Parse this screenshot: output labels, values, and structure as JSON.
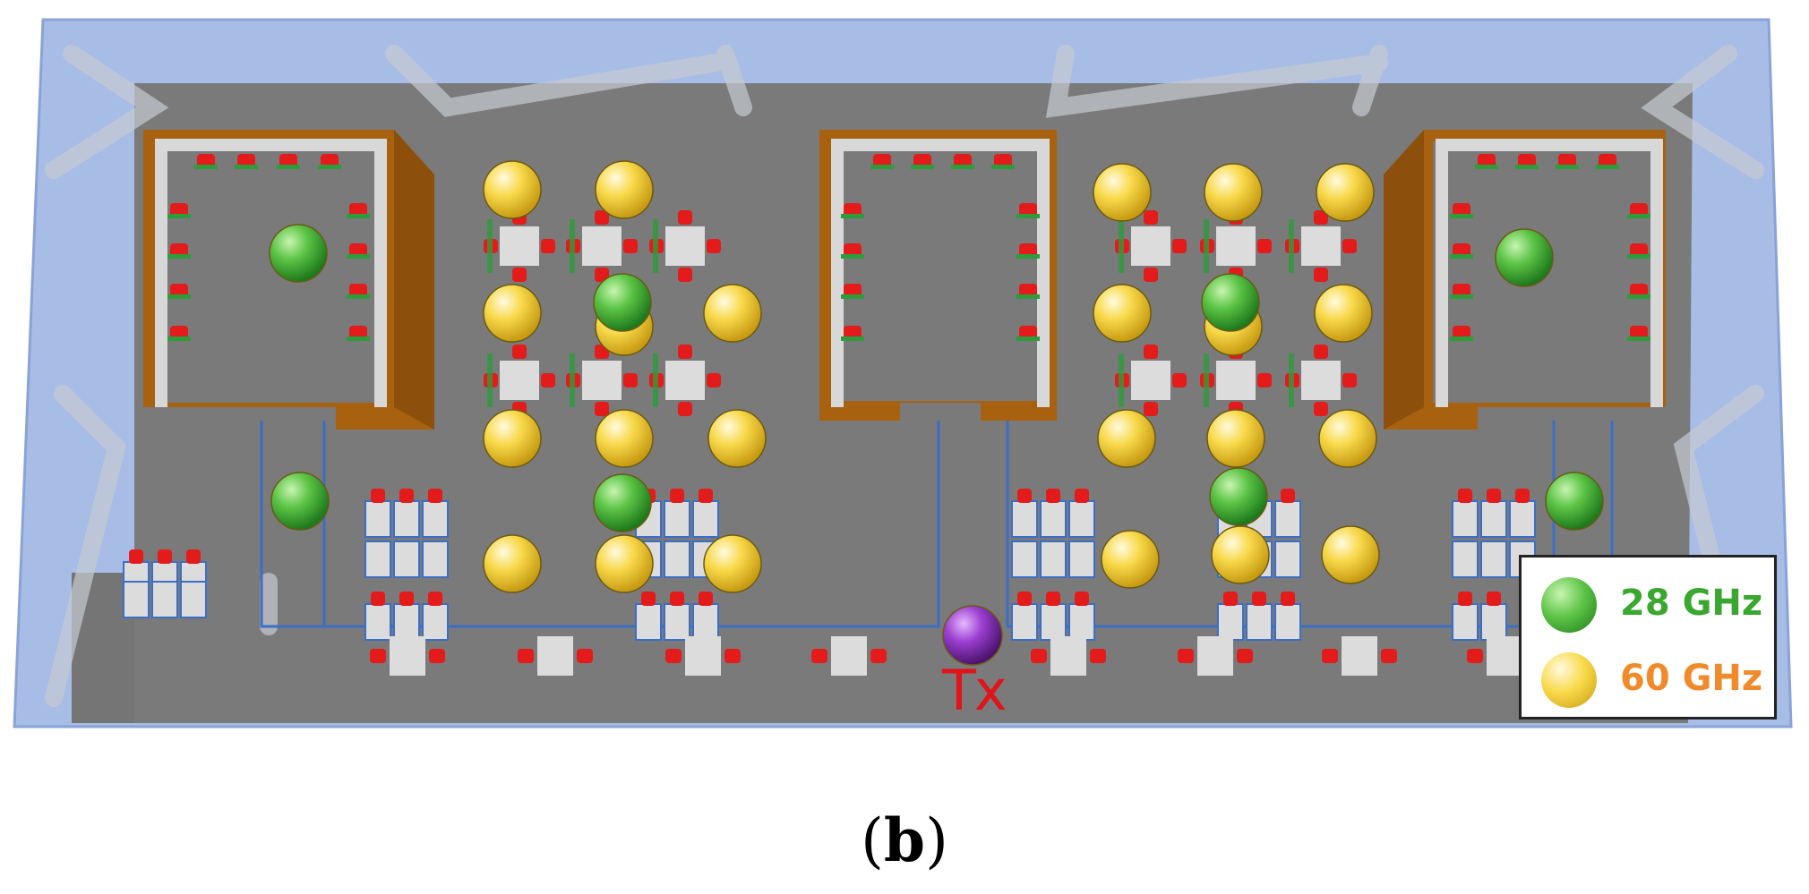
{
  "legend": [
    {
      "label": "28 GHz",
      "color": "#3aa82e",
      "ball": "green"
    },
    {
      "label": "60 GHz",
      "color": "#f08a2a",
      "ball": "yellow"
    }
  ],
  "transmitter": {
    "label": "Tx"
  },
  "caption": {
    "open": "(",
    "letter": "b",
    "close": ")"
  },
  "colors": {
    "floor": "#777777",
    "walls": "#a8bde8",
    "room_wood": "#a8620f",
    "room_frame": "#d4d4d4",
    "seat_red": "#e31b1b",
    "seat_green": "#2d9c3b",
    "desk": "#dcdcdc",
    "desk_edge": "#3b6fc7",
    "receiver_28": "#46b33a",
    "receiver_60": "#f6d23b",
    "tx": "#8a2bb3"
  }
}
